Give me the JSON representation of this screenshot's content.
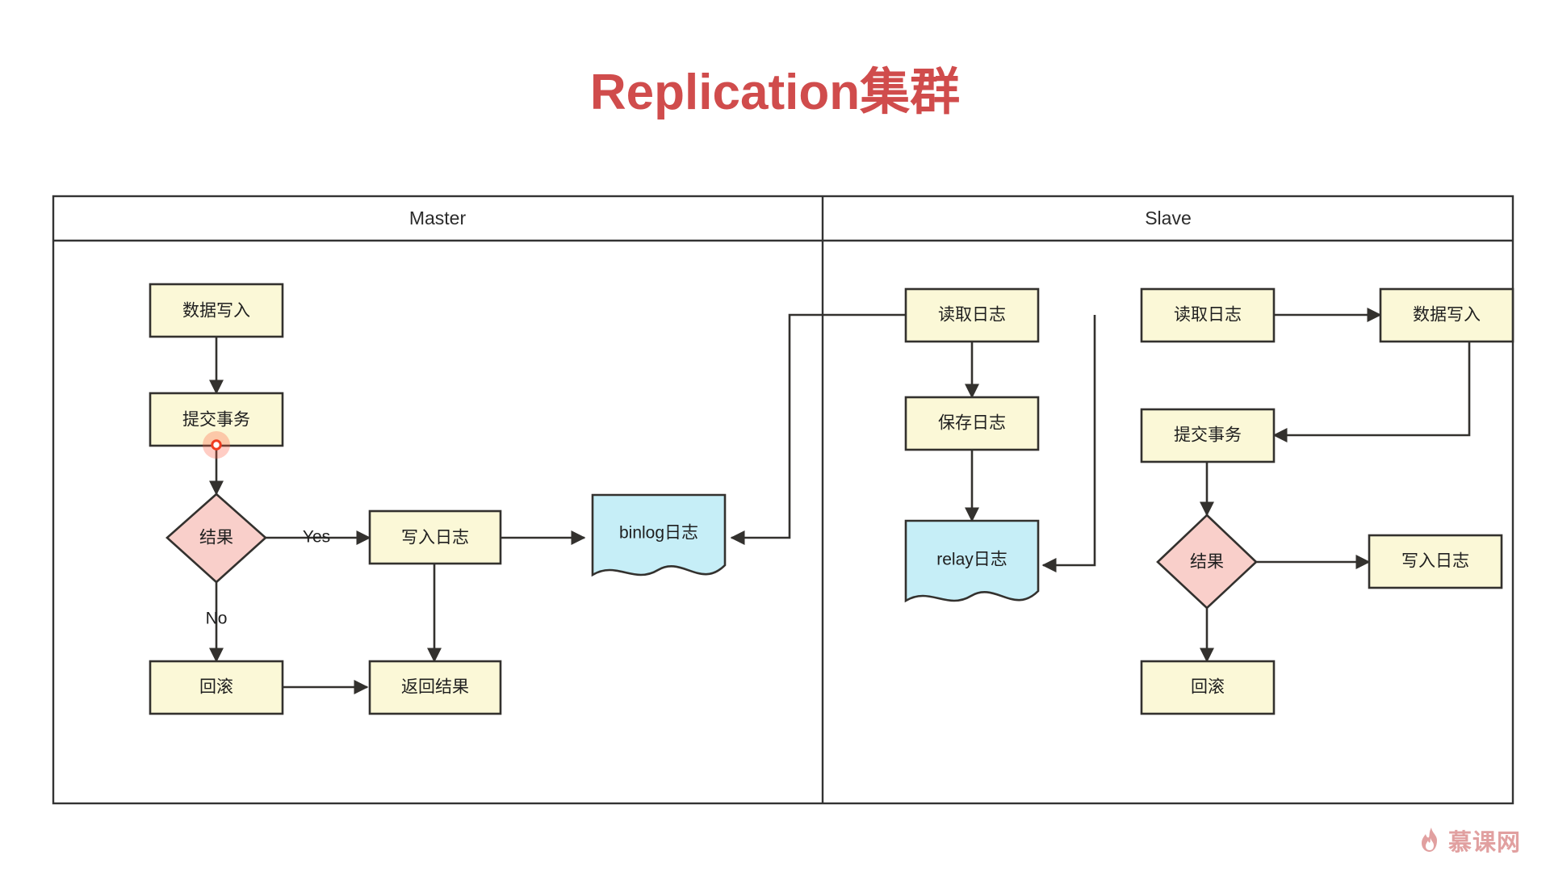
{
  "title": "Replication集群",
  "title_color": "#d04c4c",
  "palette": {
    "process_fill": "#fbf8d7",
    "decision_fill": "#f9cfca",
    "log_fill": "#c6eef7",
    "stroke": "#33312e",
    "lane_stroke": "#333333",
    "watermark": "#e1a0a0"
  },
  "lanes": [
    {
      "id": "master",
      "label": "Master"
    },
    {
      "id": "slave",
      "label": "Slave"
    }
  ],
  "nodes": [
    {
      "id": "m-write-data",
      "lane": "master",
      "label": "数据写入",
      "shape": "process"
    },
    {
      "id": "m-commit-tx",
      "lane": "master",
      "label": "提交事务",
      "shape": "process"
    },
    {
      "id": "m-result",
      "lane": "master",
      "label": "结果",
      "shape": "decision"
    },
    {
      "id": "m-write-log",
      "lane": "master",
      "label": "写入日志",
      "shape": "process"
    },
    {
      "id": "m-binlog",
      "lane": "master",
      "label": "binlog日志",
      "shape": "document"
    },
    {
      "id": "m-rollback",
      "lane": "master",
      "label": "回滚",
      "shape": "process"
    },
    {
      "id": "m-return",
      "lane": "master",
      "label": "返回结果",
      "shape": "process"
    },
    {
      "id": "s-read-log-1",
      "lane": "slave",
      "label": "读取日志",
      "shape": "process"
    },
    {
      "id": "s-save-log",
      "lane": "slave",
      "label": "保存日志",
      "shape": "process"
    },
    {
      "id": "s-relay",
      "lane": "slave",
      "label": "relay日志",
      "shape": "document"
    },
    {
      "id": "s-read-log-2",
      "lane": "slave",
      "label": "读取日志",
      "shape": "process"
    },
    {
      "id": "s-write-data",
      "lane": "slave",
      "label": "数据写入",
      "shape": "process"
    },
    {
      "id": "s-commit-tx",
      "lane": "slave",
      "label": "提交事务",
      "shape": "process"
    },
    {
      "id": "s-result",
      "lane": "slave",
      "label": "结果",
      "shape": "decision"
    },
    {
      "id": "s-write-log",
      "lane": "slave",
      "label": "写入日志",
      "shape": "process"
    },
    {
      "id": "s-rollback",
      "lane": "slave",
      "label": "回滚",
      "shape": "process"
    }
  ],
  "edge_labels": [
    {
      "id": "m-yes",
      "label": "Yes"
    },
    {
      "id": "m-no",
      "label": "No"
    }
  ],
  "edges": [
    {
      "from": "m-write-data",
      "to": "m-commit-tx",
      "label": ""
    },
    {
      "from": "m-commit-tx",
      "to": "m-result",
      "label": ""
    },
    {
      "from": "m-result",
      "to": "m-write-log",
      "label": "Yes"
    },
    {
      "from": "m-result",
      "to": "m-rollback",
      "label": "No"
    },
    {
      "from": "m-write-log",
      "to": "m-binlog",
      "label": ""
    },
    {
      "from": "m-write-log",
      "to": "m-return",
      "label": ""
    },
    {
      "from": "m-rollback",
      "to": "m-return",
      "label": ""
    },
    {
      "from": "s-read-log-1",
      "to": "m-binlog",
      "label": ""
    },
    {
      "from": "s-read-log-1",
      "to": "s-save-log",
      "label": ""
    },
    {
      "from": "s-save-log",
      "to": "s-relay",
      "label": ""
    },
    {
      "from": "s-read-log-2",
      "to": "s-write-data",
      "label": ""
    },
    {
      "from": "s-read-log-2",
      "to": "s-relay",
      "label": ""
    },
    {
      "from": "s-write-data",
      "to": "s-commit-tx",
      "label": ""
    },
    {
      "from": "s-commit-tx",
      "to": "s-result",
      "label": ""
    },
    {
      "from": "s-result",
      "to": "s-write-log",
      "label": ""
    },
    {
      "from": "s-result",
      "to": "s-rollback",
      "label": ""
    }
  ],
  "marker": {
    "id": "anchor-dot",
    "attached_to": "m-commit-tx"
  },
  "watermark": {
    "text": "慕课网",
    "icon": "flame-icon"
  }
}
